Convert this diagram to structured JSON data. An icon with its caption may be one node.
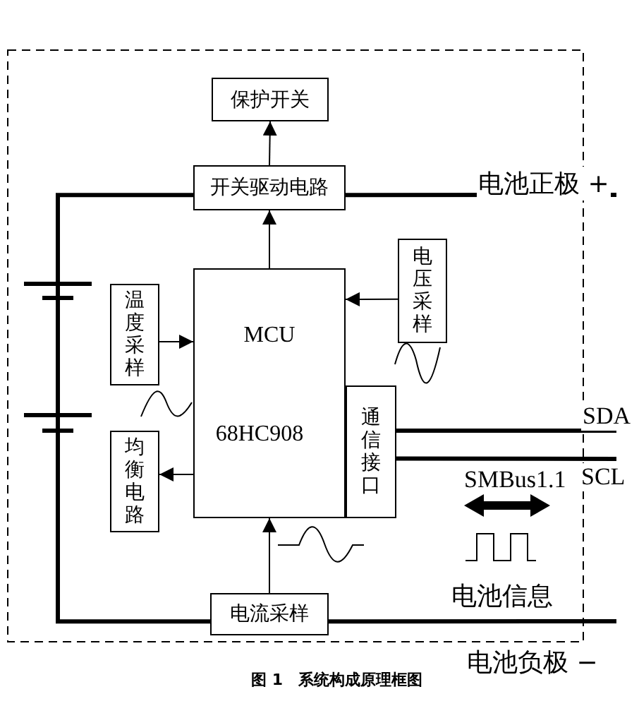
{
  "diagram": {
    "caption": "图 1　系统构成原理框图",
    "nodes": [
      {
        "text": [
          "保护开关"
        ]
      },
      {
        "text": [
          "开关驱动电路"
        ]
      },
      {
        "text": [
          "MCU",
          "68HC908"
        ]
      },
      {
        "text": [
          "通信接口"
        ]
      },
      {
        "text": [
          "电压采样"
        ]
      },
      {
        "text": [
          "温度采样"
        ]
      },
      {
        "text": [
          "均衡电路"
        ]
      },
      {
        "text": [
          "电流采样"
        ]
      }
    ],
    "edges": [
      {
        "from": 1,
        "to": 0,
        "arrow": "to"
      },
      {
        "from": 2,
        "to": 1,
        "arrow": "to"
      },
      {
        "from": 4,
        "to": 2,
        "arrow": "to"
      },
      {
        "from": 5,
        "to": 2,
        "arrow": "to"
      },
      {
        "from": 2,
        "to": 6,
        "arrow": "to"
      },
      {
        "from": 7,
        "to": 2,
        "arrow": "to"
      },
      {
        "from": 1,
        "to": 7,
        "arrow": "none",
        "style": "thick"
      },
      {
        "from": 1,
        "to": null,
        "arrow": "none",
        "style": "thick",
        "label": "电池正极 +"
      },
      {
        "from": 7,
        "to": null,
        "arrow": "none",
        "style": "thick",
        "label": "电池负极 −"
      },
      {
        "from": 3,
        "to": null,
        "arrow": "none",
        "style": "thick",
        "label": "SDA"
      },
      {
        "from": 3,
        "to": null,
        "arrow": "none",
        "style": "thick",
        "label": "SCL"
      }
    ],
    "labels": [
      "SMBus1.1",
      "电池信息"
    ]
  }
}
